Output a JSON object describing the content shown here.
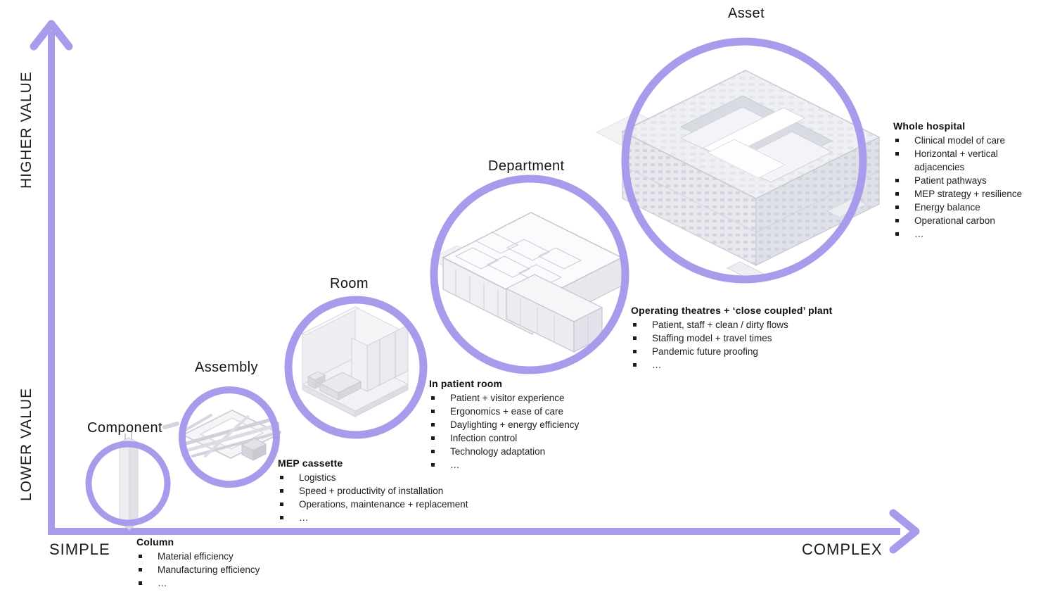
{
  "palette": {
    "accent": "#a89bec",
    "text": "#1d1d1d",
    "render_light": "#f2f2f6",
    "render_mid": "#e4e5ec",
    "render_dark": "#d4d5de"
  },
  "axes": {
    "y_top_label": "HIGHER VALUE",
    "y_bottom_label": "LOWER VALUE",
    "x_left_label": "SIMPLE",
    "x_right_label": "COMPLEX"
  },
  "levels": [
    {
      "label": "Component",
      "illustration": "column-render",
      "list": {
        "title": "Column",
        "bullets": [
          "Material efficiency",
          "Manufacturing efficiency",
          "…"
        ]
      }
    },
    {
      "label": "Assembly",
      "illustration": "mep-cassette-render",
      "list": {
        "title": "MEP cassette",
        "bullets": [
          "Logistics",
          "Speed + productivity of installation",
          "Operations, maintenance + replacement",
          "…"
        ]
      }
    },
    {
      "label": "Room",
      "illustration": "patient-room-render",
      "list": {
        "title": "In patient room",
        "bullets": [
          "Patient + visitor experience",
          "Ergonomics + ease of care",
          "Daylighting + energy efficiency",
          "Infection control",
          "Technology adaptation",
          "…"
        ]
      }
    },
    {
      "label": "Department",
      "illustration": "department-render",
      "list": {
        "title": "Operating theatres + ‘close coupled’ plant",
        "bullets": [
          "Patient, staff + clean / dirty flows",
          "Staffing model + travel times",
          "Pandemic future proofing",
          "…"
        ]
      }
    },
    {
      "label": "Asset",
      "illustration": "hospital-render",
      "list": {
        "title": "Whole hospital",
        "bullets": [
          "Clinical model of care",
          "Horizontal + vertical adjacencies",
          "Patient pathways",
          "MEP strategy + resilience",
          "Energy balance",
          "Operational carbon",
          "…"
        ]
      }
    }
  ]
}
